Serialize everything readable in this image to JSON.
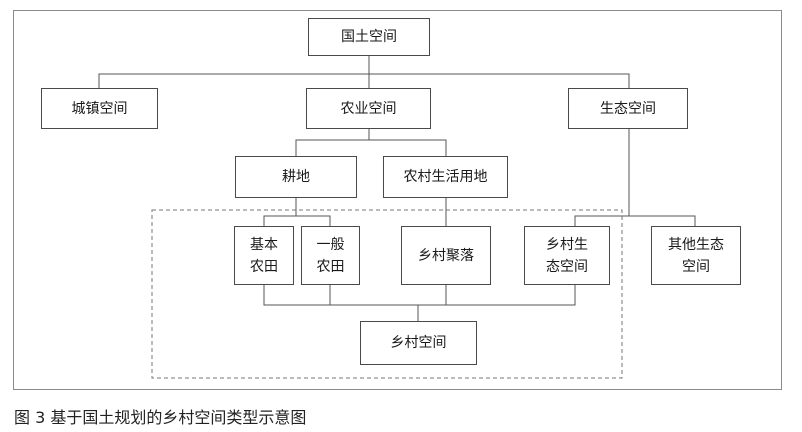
{
  "diagram": {
    "nodes": {
      "root": "国土空间",
      "urban": "城镇空间",
      "agri": "农业空间",
      "eco": "生态空间",
      "farmland": "耕地",
      "rural_land": "农村生活用地",
      "basic_farm": "基本\n农田",
      "general_farm": "一般\n农田",
      "village": "乡村聚落",
      "rural_eco": "乡村生\n态空间",
      "other_eco": "其他生态\n空间",
      "rural_space": "乡村空间"
    },
    "edges": [
      [
        "root",
        "urban"
      ],
      [
        "root",
        "agri"
      ],
      [
        "root",
        "eco"
      ],
      [
        "agri",
        "farmland"
      ],
      [
        "agri",
        "rural_land"
      ],
      [
        "farmland",
        "basic_farm"
      ],
      [
        "farmland",
        "general_farm"
      ],
      [
        "rural_land",
        "village"
      ],
      [
        "eco",
        "rural_eco"
      ],
      [
        "eco",
        "other_eco"
      ],
      [
        "basic_farm",
        "rural_space"
      ],
      [
        "general_farm",
        "rural_space"
      ],
      [
        "village",
        "rural_space"
      ],
      [
        "rural_eco",
        "rural_space"
      ]
    ],
    "dashed_group": [
      "basic_farm",
      "general_farm",
      "village",
      "rural_eco",
      "rural_space"
    ]
  },
  "caption": "图 3  基于国土规划的乡村空间类型示意图"
}
